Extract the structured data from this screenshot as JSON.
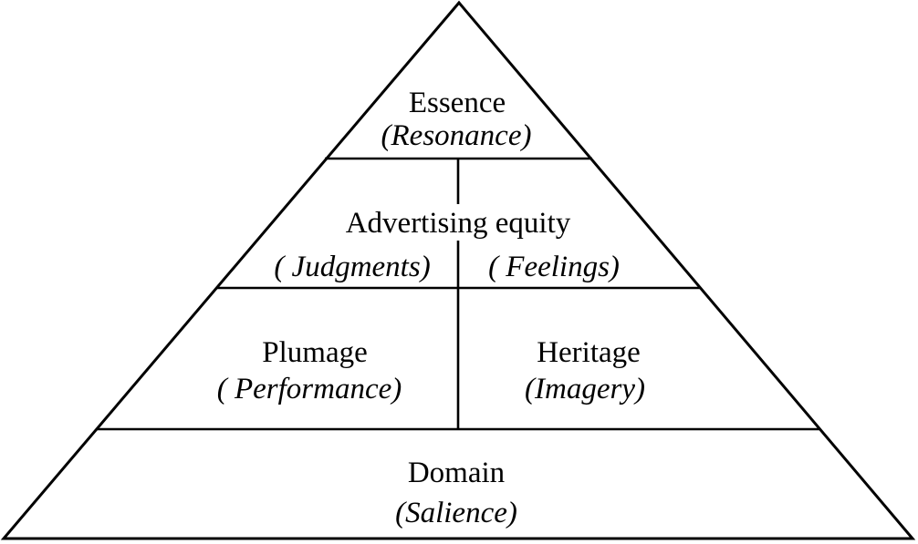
{
  "colors": {
    "ink": "#000000",
    "paper": "#ffffff"
  },
  "pyramid": {
    "levels": [
      {
        "title": "Essence",
        "subtitle": "(Resonance)"
      },
      {
        "title": "Advertising equity",
        "cells": [
          {
            "subtitle": "( Judgments)"
          },
          {
            "subtitle": "( Feelings)"
          }
        ]
      },
      {
        "cells": [
          {
            "title": "Plumage",
            "subtitle": "( Performance)"
          },
          {
            "title": "Heritage",
            "subtitle": "(Imagery)"
          }
        ]
      },
      {
        "title": "Domain",
        "subtitle": "(Salience)"
      }
    ]
  }
}
